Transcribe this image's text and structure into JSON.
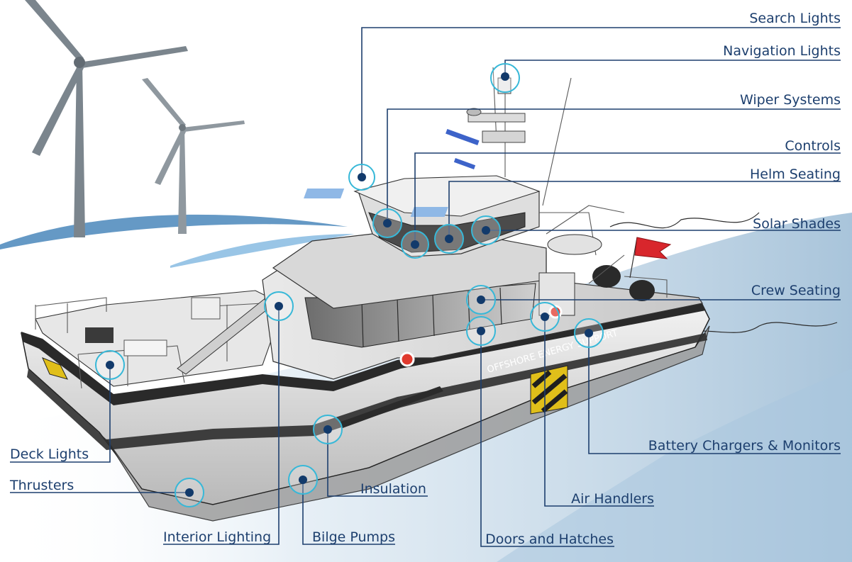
{
  "hull_text": "OFFSHORE ENERGY SUPPORT",
  "colors": {
    "label": "#1d3f6e",
    "ring": "#37b8d8",
    "dot": "#123a6b",
    "sea": "#9fc3dc",
    "flag": "#d8262c",
    "hazard": "#e0bf1a"
  },
  "callouts": [
    {
      "id": "search-lights",
      "label": "Search Lights"
    },
    {
      "id": "navigation-lights",
      "label": "Navigation Lights"
    },
    {
      "id": "wiper-systems",
      "label": "Wiper Systems"
    },
    {
      "id": "controls",
      "label": "Controls"
    },
    {
      "id": "helm-seating",
      "label": "Helm Seating"
    },
    {
      "id": "solar-shades",
      "label": "Solar Shades"
    },
    {
      "id": "crew-seating",
      "label": "Crew Seating"
    },
    {
      "id": "battery-chargers",
      "label": "Battery Chargers & Monitors"
    },
    {
      "id": "air-handlers",
      "label": "Air Handlers"
    },
    {
      "id": "doors-hatches",
      "label": "Doors and Hatches"
    },
    {
      "id": "bilge-pumps",
      "label": "Bilge Pumps"
    },
    {
      "id": "insulation",
      "label": "Insulation"
    },
    {
      "id": "interior-lighting",
      "label": "Interior Lighting"
    },
    {
      "id": "thrusters",
      "label": "Thrusters"
    },
    {
      "id": "deck-lights",
      "label": "Deck Lights"
    }
  ]
}
